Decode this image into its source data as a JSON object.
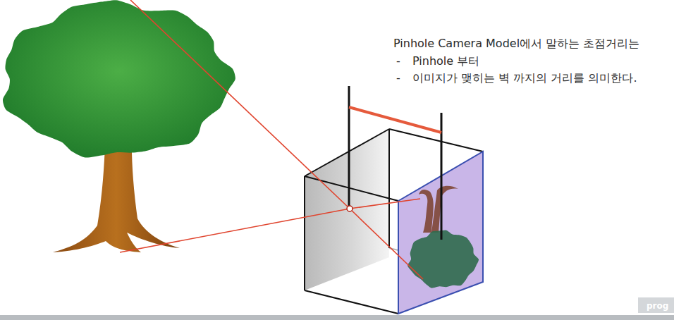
{
  "diagram": {
    "labels": [
      "Pinhole Camera Model에서 말하는 초점거리는",
      "-",
      "Pinhole 부터",
      "-",
      "이미지가 맺히는 벽 까지의 거리를 의미한다.",
      "prog"
    ]
  }
}
